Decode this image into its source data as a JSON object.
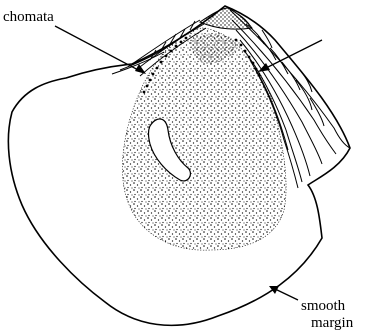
{
  "labels": {
    "chomata": "chomata",
    "margin_line1": "smooth",
    "margin_line2": "margin"
  },
  "colors": {
    "ink": "#000000",
    "paper": "#ffffff"
  }
}
